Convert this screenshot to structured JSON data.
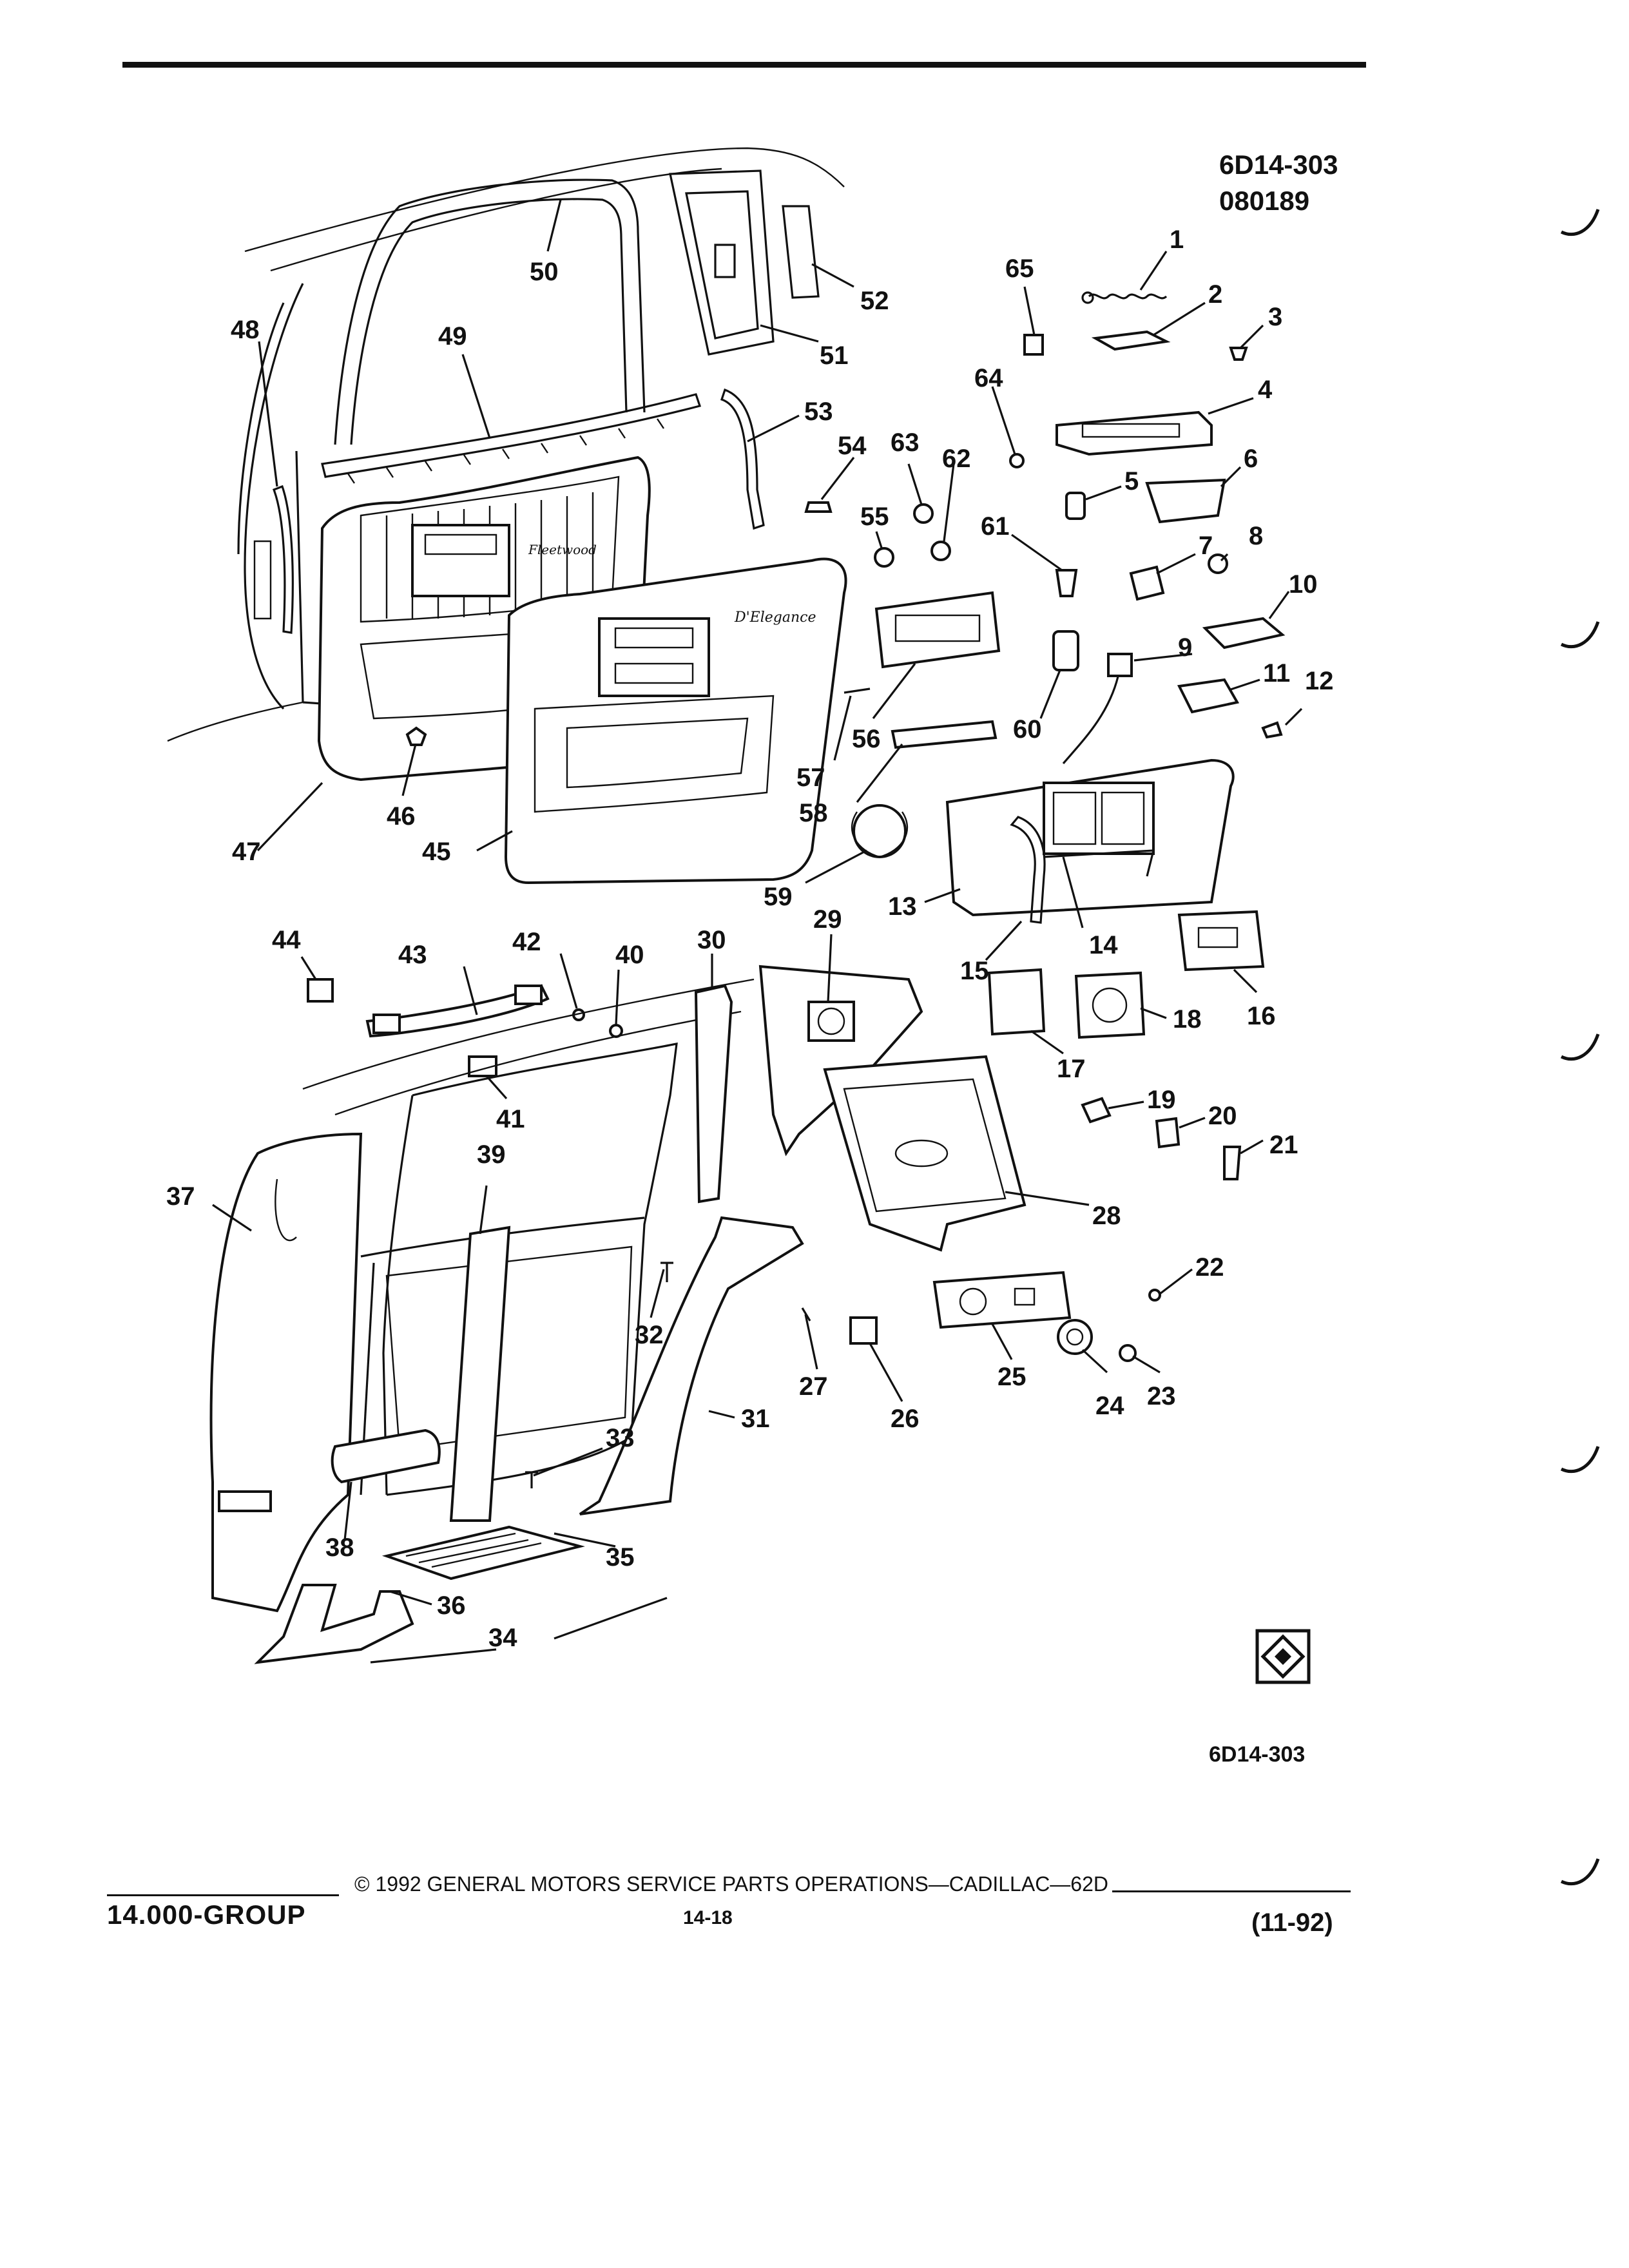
{
  "drawing": {
    "code": "6D14-303",
    "date_code": "080189",
    "bottom_code": "6D14-303",
    "callouts": [
      "1",
      "2",
      "3",
      "4",
      "5",
      "6",
      "7",
      "8",
      "9",
      "10",
      "11",
      "12",
      "13",
      "14",
      "15",
      "16",
      "17",
      "18",
      "19",
      "20",
      "21",
      "22",
      "23",
      "24",
      "25",
      "26",
      "27",
      "28",
      "29",
      "30",
      "31",
      "32",
      "33",
      "34",
      "35",
      "36",
      "37",
      "38",
      "39",
      "40",
      "41",
      "42",
      "43",
      "44",
      "45",
      "46",
      "47",
      "48",
      "49",
      "50",
      "51",
      "52",
      "53",
      "54",
      "55",
      "56",
      "57",
      "58",
      "59",
      "60",
      "61",
      "62",
      "63",
      "64",
      "65"
    ],
    "panel_script_upper": "Fleetwood",
    "panel_script_lower": "D'Elegance"
  },
  "footer": {
    "group": "14.000-GROUP",
    "copyright": "© 1992 GENERAL MOTORS SERVICE PARTS OPERATIONS—CADILLAC—62D",
    "page": "14-18",
    "date": "(11-92)"
  }
}
